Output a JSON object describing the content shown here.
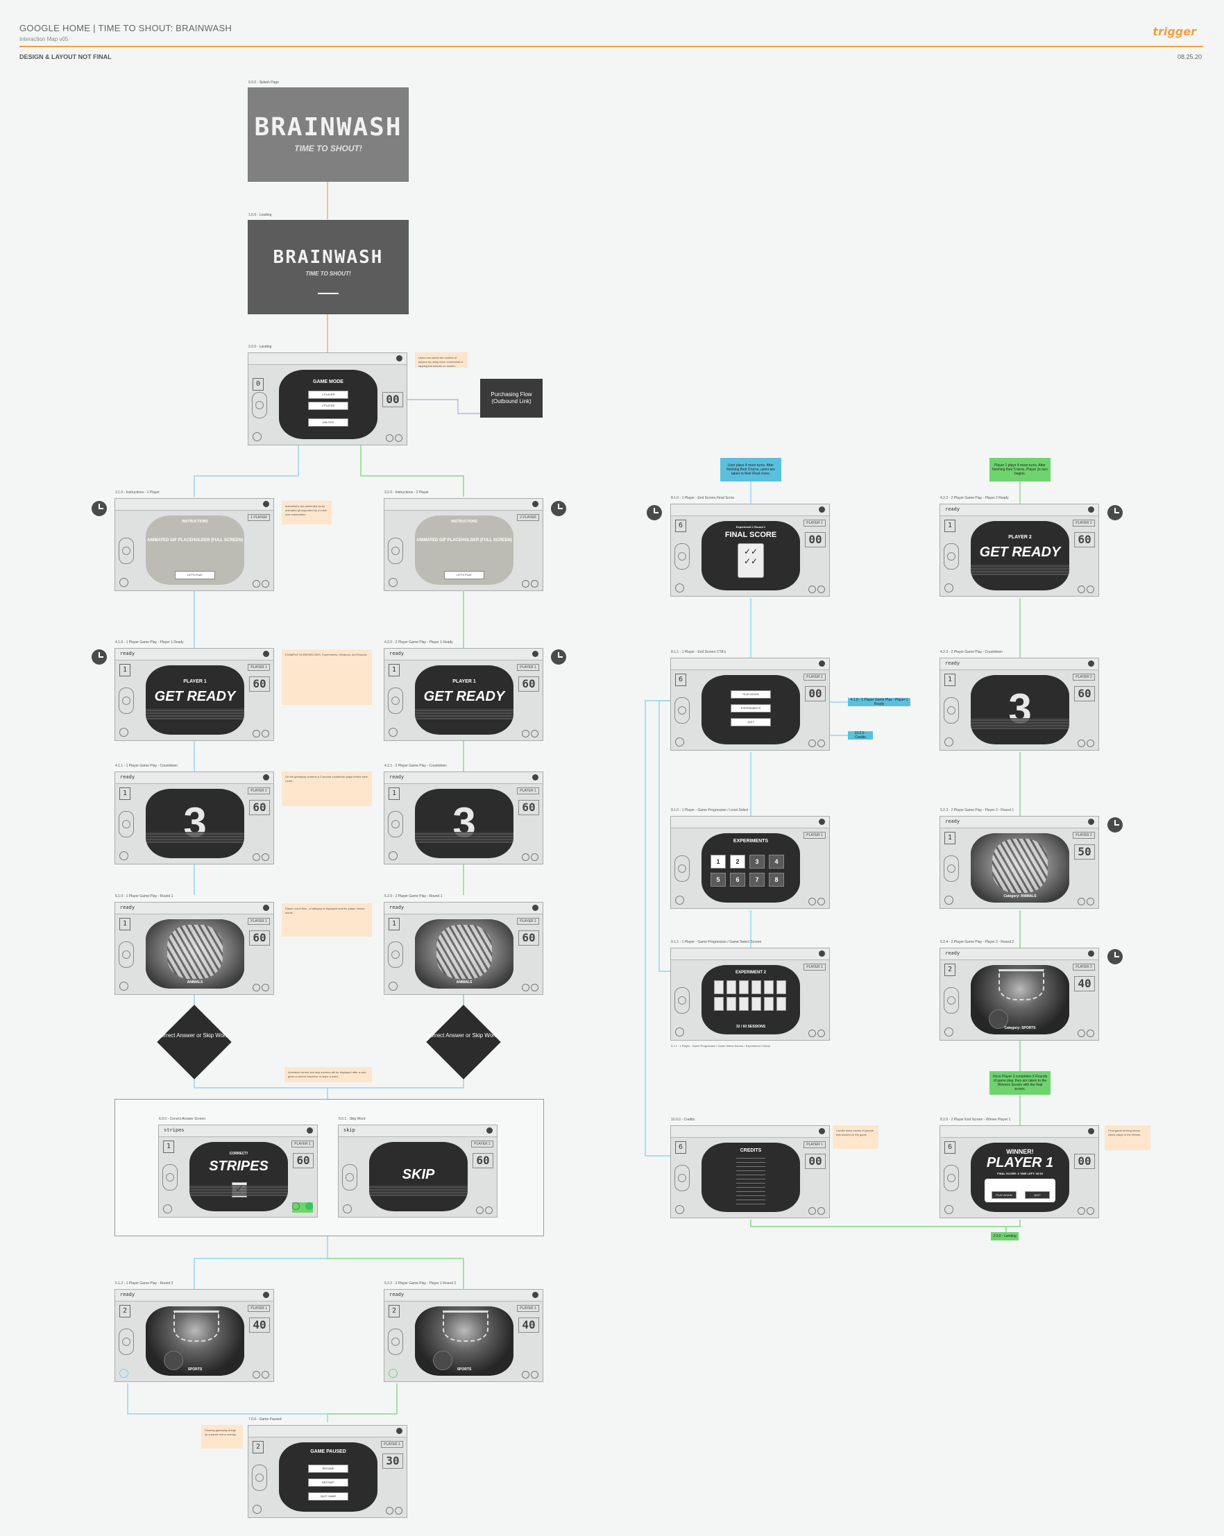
{
  "header": {
    "title": "GOOGLE HOME | TIME TO SHOUT: BRAINWASH",
    "subtitle": "Interaction Map v05",
    "note": "DESIGN & LAYOUT NOT FINAL",
    "date": "08.25.20",
    "logo": "trigger"
  },
  "splash": {
    "id": "0.0.0 - Splash Page",
    "logo": "BRAINWASH",
    "tagline": "TIME TO SHOUT!"
  },
  "loading": {
    "id": "1.0.0 - Loading",
    "logo": "BRAINWASH",
    "tagline": "TIME TO SHOUT!"
  },
  "game_mode": {
    "id": "2.0.0 - Landing",
    "title": "GAME MODE",
    "btn1": "1 PLAYER",
    "btn2": "2 PLAYER",
    "btn3": "UNLOCK",
    "level": "0",
    "score": "00"
  },
  "purchasing": "Purchasing Flow (Outbound Link)",
  "notes": {
    "game_mode": "Users can select the number of players by using voice commands or tapping the buttons on screen.",
    "instructions": "Instructions are presented as an animated gif supported by a voice over explanation.",
    "player_ready": "EXAMPLE SCREENFLOWS: Experiments, Sessions, and Rounds",
    "countdown": "On the gameplay screens a 3 second countdown plays before each round.",
    "round1": "Player round flow - a category is displayed and the player shouts words.",
    "decision": "Animated correct and skip screens will be displayed after a user gives a correct response or skips a word.",
    "paused": "Pausing gameplay brings up a pause menu overlay.",
    "credits": "Credits show names of people that worked on the game.",
    "winner": "Final game scoring shows which player is the Winner."
  },
  "instructions": [
    {
      "id": "3.1.0 - Instructions - 1 Player",
      "title": "INSTRUCTIONS",
      "body": "ANIMATED GIF PLACEHOLDER (FULL SCREEN)",
      "button": "LET'S PLAY",
      "tag": "1 PLAYER"
    },
    {
      "id": "3.2.0 - Instructions - 2 Player",
      "title": "INSTRUCTIONS",
      "body": "ANIMATED GIF PLACEHOLDER (FULL SCREEN)",
      "button": "LET'S PLAY",
      "tag": "2 PLAYER"
    }
  ],
  "ready": [
    {
      "id": "4.1.0 - 1 Player Game Play - Player 1 Ready",
      "topbar": "ready",
      "player": "PLAYER 1",
      "text": "GET READY",
      "level": "1",
      "tag": "PLAYER 1",
      "score": "60"
    },
    {
      "id": "4.2.0 - 2 Player Game Play - Player 1 Ready",
      "topbar": "ready",
      "player": "PLAYER 1",
      "text": "GET READY",
      "level": "1",
      "tag": "PLAYER 1",
      "score": "60"
    }
  ],
  "countdown": [
    {
      "id": "4.1.1 - 1 Player Game Play - Countdown",
      "topbar": "ready",
      "num": "3",
      "level": "1",
      "tag": "PLAYER 1",
      "score": "60"
    },
    {
      "id": "4.2.1 - 2 Player Game Play - Countdown",
      "topbar": "ready",
      "num": "3",
      "level": "1",
      "tag": "PLAYER 1",
      "score": "60"
    }
  ],
  "round1": [
    {
      "id": "5.1.0 - 1 Player Game Play - Round 1",
      "topbar": "ready",
      "caption": "ANIMALS",
      "level": "1",
      "tag": "PLAYER 1",
      "score": "60"
    },
    {
      "id": "5.2.0 - 2 Player Game Play - Round 1",
      "topbar": "ready",
      "caption": "ANIMALS",
      "level": "1",
      "tag": "PLAYER 1",
      "score": "60"
    }
  ],
  "decision": "Correct Answer or Skip Word?",
  "correct": {
    "id": "6.0.0 - Correct Answer Screen",
    "topbar": "stripes",
    "small": "CORRECT!",
    "word": "STRIPES",
    "level": "1",
    "tag": "PLAYER 1",
    "score": "60"
  },
  "skip": {
    "id": "6.0.1 - Skip Word",
    "topbar": "skip",
    "word": "SKIP",
    "score": "60",
    "tag": "PLAYER 1"
  },
  "round2": [
    {
      "id": "5.1.2 - 1 Player Game Play - Round 2",
      "topbar": "ready",
      "caption": "SPORTS",
      "level": "2",
      "tag": "PLAYER 1",
      "score": "40"
    },
    {
      "id": "5.2.2 - 2 Player Game Play - Player 1 Round 2",
      "topbar": "ready",
      "caption": "SPORTS",
      "level": "2",
      "tag": "PLAYER 1",
      "score": "40"
    }
  ],
  "paused": {
    "id": "7.0.0 - Game Paused",
    "title": "GAME PAUSED",
    "btn1": "RESUME",
    "btn2": "RESTART",
    "btn3": "QUIT GAME",
    "level": "2",
    "tag": "PLAYER 1",
    "score": "30"
  },
  "right_flows": {
    "blue_note": "User plays 4 more turns. After finishing their 5 turns, users are taken to their Final score.",
    "green_note": "Player 1 plays 4 more turns. After finishing their 5 turns, Player 2s turn begins.",
    "green_note2": "Once Player 2 completes 5 Rounds of game play, they are taken to the Winners Screen with the final scores.",
    "final": {
      "id": "8.1.0 - 1 Player - End Screen Final Score",
      "small": "Experiment 1 Round 1",
      "title": "FINAL SCORE",
      "level": "6",
      "tag": "PLAYER 1",
      "score": "00"
    },
    "ctas": {
      "id": "8.1.1 - 1 Player - End Screen CTA's",
      "btn1": "PLAY AGAIN",
      "btn2": "EXPERIMENTS",
      "btn3": "QUIT",
      "level": "6",
      "tag": "PLAYER 1",
      "score": "00"
    },
    "cta_blue1": "4.1.0 - 1 Player Game Play - Player 1 Ready",
    "cta_blue2": "10.0.0 - Credits",
    "experiments": {
      "id": "9.1.0 - 1 Player - Game Progression / Level Select",
      "title": "EXPERIMENTS",
      "cells": [
        "1",
        "2",
        "3",
        "4",
        "5",
        "6",
        "7",
        "8"
      ],
      "tag": "PLAYER 1"
    },
    "experiment2": {
      "id": "9.1.1 - 1 Player - Game Progression / Game Select Screen",
      "title": "EXPERIMENT 2",
      "footer": "32 / 60 SESSIONS",
      "tag": "PLAYER 1",
      "caption": "9.1.1 - 1 Player - Game Progression / Game Select Screen / Experiment 2 Detail"
    },
    "credits": {
      "id": "10.0.0 - Credits",
      "title": "CREDITS",
      "level": "6",
      "tag": "PLAYER 1",
      "score": "00"
    },
    "p2ready": {
      "id": "4.2.2 - 2 Player Game Play - Player 2 Ready",
      "topbar": "ready",
      "player": "PLAYER 2",
      "text": "GET READY",
      "level": "1",
      "tag": "PLAYER 2",
      "score": "60"
    },
    "p2count": {
      "id": "4.2.3 - 2 Player Game Play - Countdown",
      "topbar": "ready",
      "num": "3",
      "level": "1",
      "tag": "PLAYER 2",
      "score": "60"
    },
    "p2round1": {
      "id": "5.2.3 - 2 Player Game Play - Player 2 - Round 1",
      "topbar": "ready",
      "caption": "Category: ANIMALS",
      "level": "1",
      "tag": "PLAYER 2",
      "score": "50"
    },
    "p2round2": {
      "id": "5.2.4 - 2 Player Game Play - Player 2 - Round 2",
      "topbar": "ready",
      "caption": "Category: SPORTS",
      "level": "2",
      "tag": "PLAYER 2",
      "score": "40"
    },
    "winner": {
      "id": "8.2.0 - 2 Player End Screen - Winner Player 1",
      "small": "WINNER!",
      "title": "PLAYER 1",
      "line": "FINAL SCORE: 6   TIME LEFT: 00:30",
      "level": "6",
      "score": "00",
      "btn1": "PLAY AGAIN",
      "btn2": "QUIT"
    },
    "landing_link": "2.0.0 - Landing"
  }
}
